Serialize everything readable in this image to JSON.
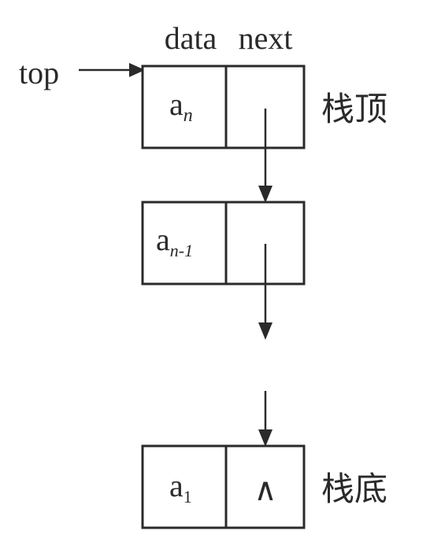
{
  "header": {
    "data_label": "data",
    "next_label": "next"
  },
  "pointer": {
    "label": "top"
  },
  "nodes": [
    {
      "data_base": "a",
      "data_sub": "n",
      "next_text": "",
      "side_label": "栈顶"
    },
    {
      "data_base": "a",
      "data_sub": "n-1",
      "next_text": "",
      "side_label": ""
    },
    {
      "data_base": "a",
      "data_sub": "1",
      "next_text": "∧",
      "side_label": "栈底"
    }
  ]
}
